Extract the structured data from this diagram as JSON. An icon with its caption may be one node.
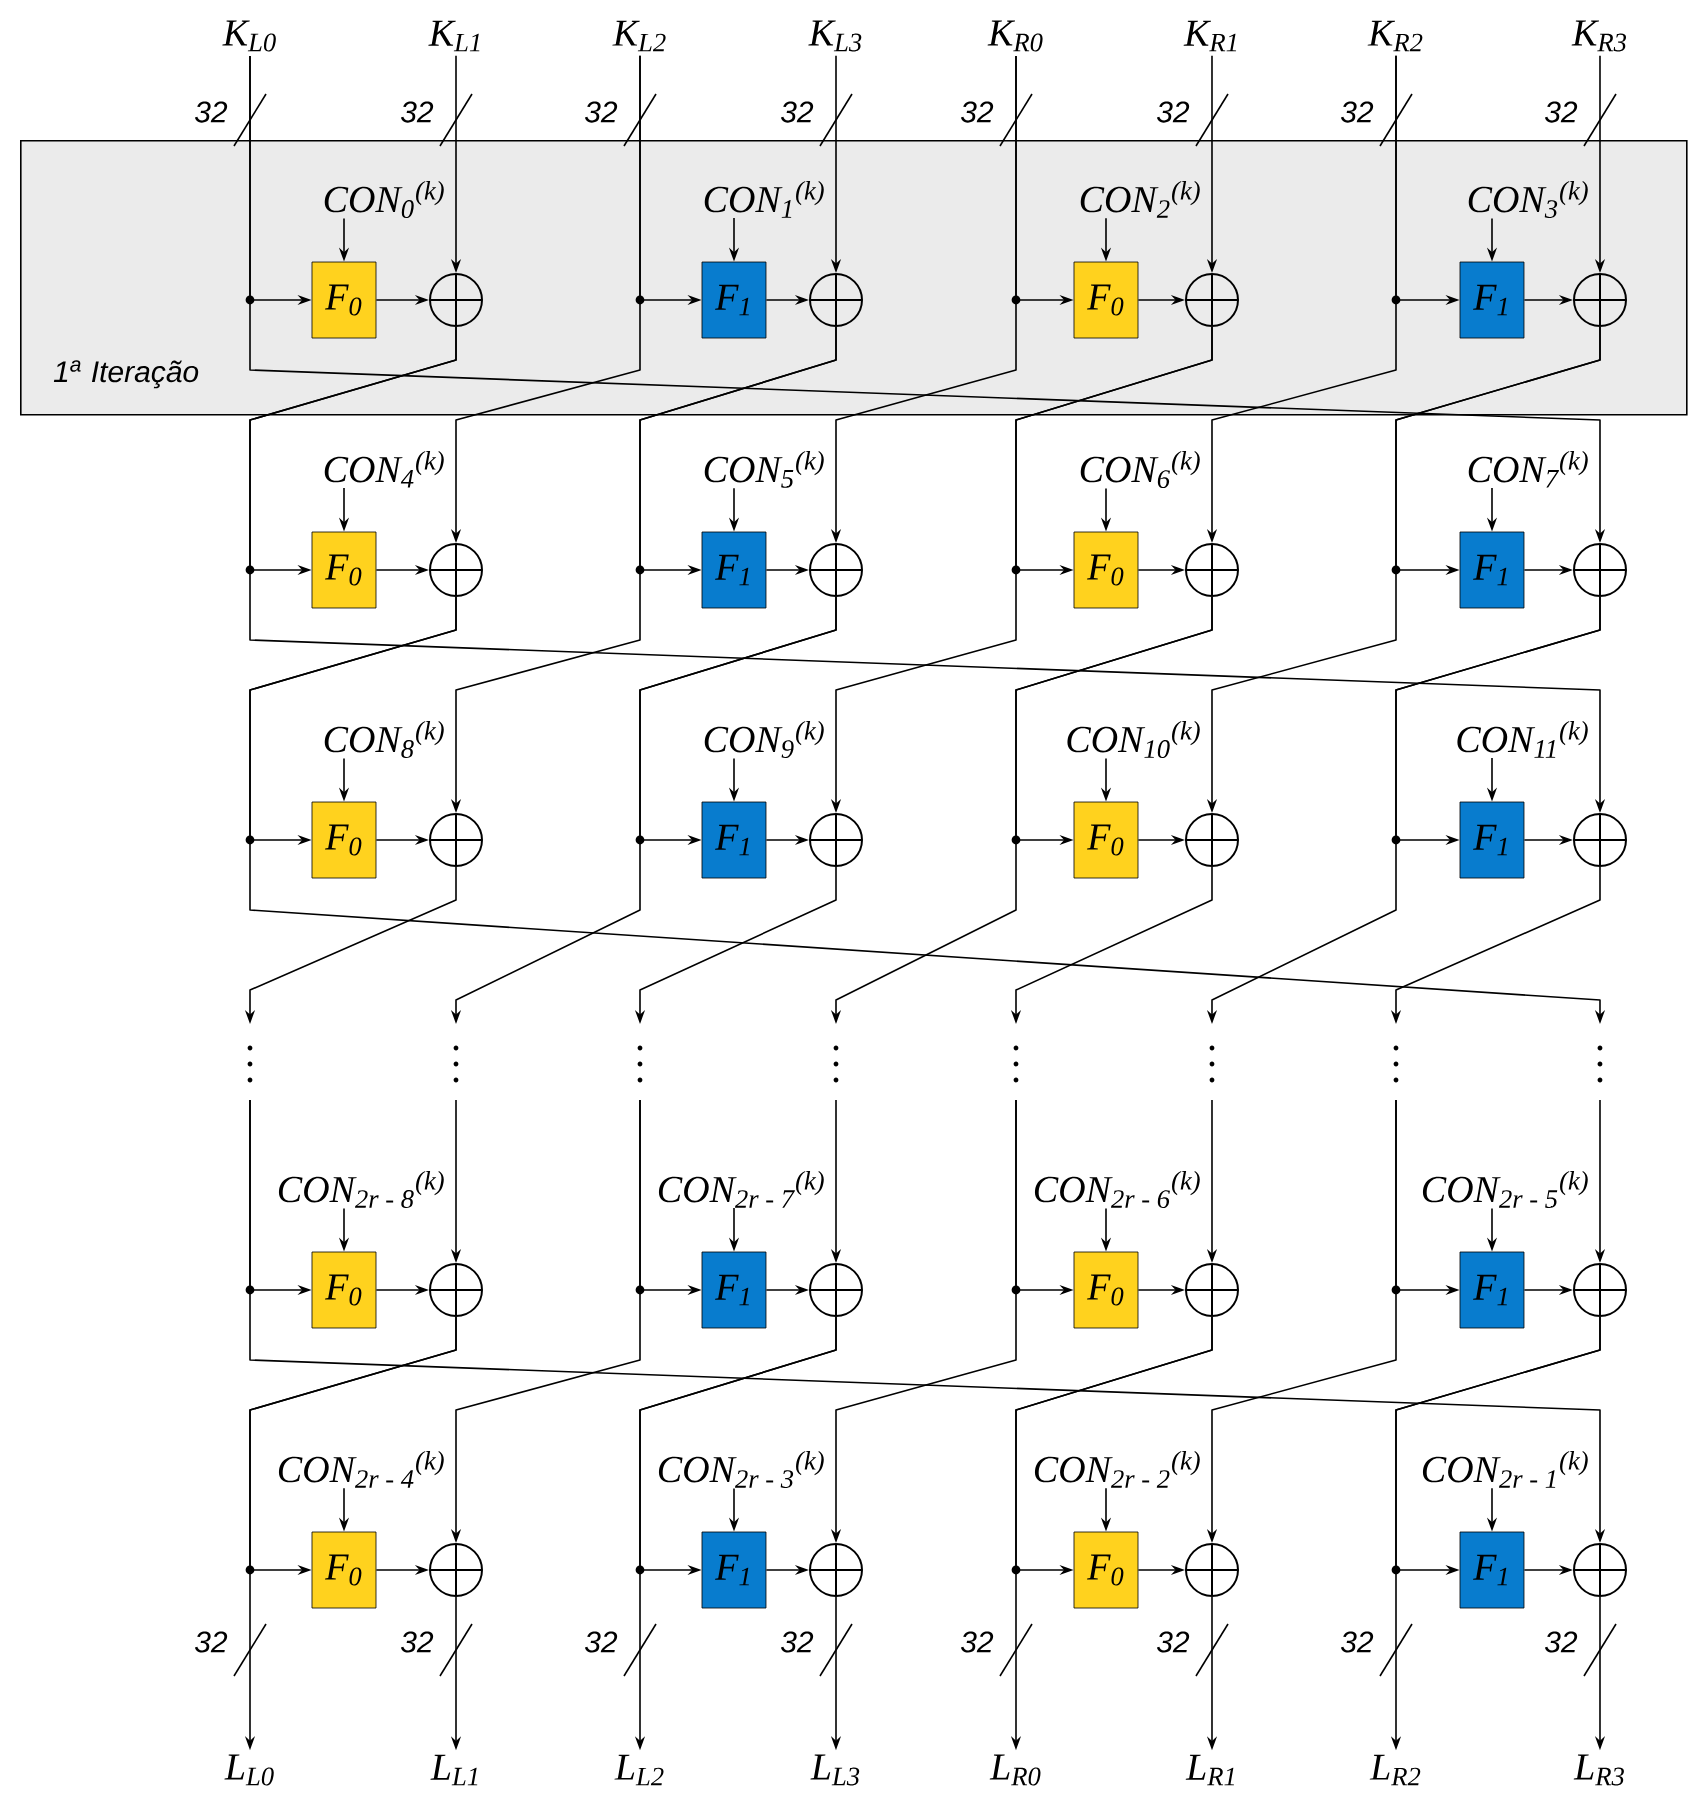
{
  "diagram": {
    "nodes": [
      {
        "text": [
          "K$_{L0}$"
        ]
      },
      {
        "text": [
          "K$_{L1}$"
        ]
      },
      {
        "text": [
          "K$_{L2}$"
        ]
      },
      {
        "text": [
          "K$_{L3}$"
        ]
      },
      {
        "text": [
          "K$_{R0}$"
        ]
      },
      {
        "text": [
          "K$_{R1}$"
        ]
      },
      {
        "text": [
          "K$_{R2}$"
        ]
      },
      {
        "text": [
          "K$_{R3}$"
        ]
      },
      {
        "text": [
          "1$^{a}$ Iteração"
        ]
      },
      {
        "text": [
          "CON$_{0}$$^{(k)}$"
        ],
        "in": 8
      },
      {
        "text": [
          "F$_{0}$"
        ],
        "in": 8
      },
      {
        "text": [],
        "shape": "circle",
        "in": 8
      },
      {
        "text": [
          "CON$_{1}$$^{(k)}$"
        ],
        "in": 8
      },
      {
        "text": [
          "F$_{1}$"
        ],
        "in": 8
      },
      {
        "text": [],
        "shape": "circle",
        "in": 8
      },
      {
        "text": [
          "CON$_{2}$$^{(k)}$"
        ],
        "in": 8
      },
      {
        "text": [
          "F$_{0}$"
        ],
        "in": 8
      },
      {
        "text": [],
        "shape": "circle",
        "in": 8
      },
      {
        "text": [
          "CON$_{3}$$^{(k)}$"
        ],
        "in": 8
      },
      {
        "text": [
          "F$_{1}$"
        ],
        "in": 8
      },
      {
        "text": [],
        "shape": "circle",
        "in": 8
      },
      {
        "text": [
          "CON$_{4}$$^{(k)}$"
        ]
      },
      {
        "text": [
          "F$_{0}$"
        ]
      },
      {
        "text": [],
        "shape": "circle"
      },
      {
        "text": [
          "CON$_{5}$$^{(k)}$"
        ]
      },
      {
        "text": [
          "F$_{1}$"
        ]
      },
      {
        "text": [],
        "shape": "circle"
      },
      {
        "text": [
          "CON$_{6}$$^{(k)}$"
        ]
      },
      {
        "text": [
          "F$_{0}$"
        ]
      },
      {
        "text": [],
        "shape": "circle"
      },
      {
        "text": [
          "CON$_{7}$$^{(k)}$"
        ]
      },
      {
        "text": [
          "F$_{1}$"
        ]
      },
      {
        "text": [],
        "shape": "circle"
      },
      {
        "text": [
          "CON$_{8}$$^{(k)}$"
        ]
      },
      {
        "text": [
          "F$_{0}$"
        ]
      },
      {
        "text": [],
        "shape": "circle"
      },
      {
        "text": [
          "CON$_{9}$$^{(k)}$"
        ]
      },
      {
        "text": [
          "F$_{1}$"
        ]
      },
      {
        "text": [],
        "shape": "circle"
      },
      {
        "text": [
          "CON$_{10}$$^{(k)}$"
        ]
      },
      {
        "text": [
          "F$_{0}$"
        ]
      },
      {
        "text": [],
        "shape": "circle"
      },
      {
        "text": [
          "CON$_{11}$$^{(k)}$"
        ]
      },
      {
        "text": [
          "F$_{1}$"
        ]
      },
      {
        "text": [],
        "shape": "circle"
      },
      {
        "text": [
          "CON$_{2r - 8}$$^{(k)}$"
        ]
      },
      {
        "text": [
          "F$_{0}$"
        ]
      },
      {
        "text": [],
        "shape": "circle"
      },
      {
        "text": [
          "CON$_{2r - 7}$$^{(k)}$"
        ]
      },
      {
        "text": [
          "F$_{1}$"
        ]
      },
      {
        "text": [],
        "shape": "circle"
      },
      {
        "text": [
          "CON$_{2r - 6}$$^{(k)}$"
        ]
      },
      {
        "text": [
          "F$_{0}$"
        ]
      },
      {
        "text": [],
        "shape": "circle"
      },
      {
        "text": [
          "CON$_{2r - 5}$$^{(k)}$"
        ]
      },
      {
        "text": [
          "F$_{1}$"
        ]
      },
      {
        "text": [],
        "shape": "circle"
      },
      {
        "text": [
          "CON$_{2r - 4}$$^{(k)}$"
        ]
      },
      {
        "text": [
          "F$_{0}$"
        ]
      },
      {
        "text": [],
        "shape": "circle"
      },
      {
        "text": [
          "CON$_{2r - 3}$$^{(k)}$"
        ]
      },
      {
        "text": [
          "F$_{1}$"
        ]
      },
      {
        "text": [],
        "shape": "circle"
      },
      {
        "text": [
          "CON$_{2r - 2}$$^{(k)}$"
        ]
      },
      {
        "text": [
          "F$_{0}$"
        ]
      },
      {
        "text": [],
        "shape": "circle"
      },
      {
        "text": [
          "CON$_{2r - 1}$$^{(k)}$"
        ]
      },
      {
        "text": [
          "F$_{1}$"
        ]
      },
      {
        "text": [],
        "shape": "circle"
      },
      {
        "text": [
          "L$_{L0}$"
        ]
      },
      {
        "text": [
          "L$_{L1}$"
        ]
      },
      {
        "text": [
          "L$_{L2}$"
        ]
      },
      {
        "text": [
          "L$_{L3}$"
        ]
      },
      {
        "text": [
          "L$_{R0}$"
        ]
      },
      {
        "text": [
          "L$_{R1}$"
        ]
      },
      {
        "text": [
          "L$_{R2}$"
        ]
      },
      {
        "text": [
          "L$_{R3}$"
        ]
      }
    ],
    "edges": [
      {
        "from": 9,
        "to": 10,
        "arrow": "to"
      },
      {
        "from": 10,
        "to": 11,
        "arrow": "to"
      },
      {
        "from": 12,
        "to": 13,
        "arrow": "to"
      },
      {
        "from": 13,
        "to": 14,
        "arrow": "to"
      },
      {
        "from": 15,
        "to": 16,
        "arrow": "to"
      },
      {
        "from": 16,
        "to": 17,
        "arrow": "to"
      },
      {
        "from": 18,
        "to": 19,
        "arrow": "to"
      },
      {
        "from": 19,
        "to": 20,
        "arrow": "to"
      },
      {
        "from": 21,
        "to": 22,
        "arrow": "to"
      },
      {
        "from": 22,
        "to": 23,
        "arrow": "to"
      },
      {
        "from": 24,
        "to": 25,
        "arrow": "to"
      },
      {
        "from": 25,
        "to": 26,
        "arrow": "to"
      },
      {
        "from": 27,
        "to": 28,
        "arrow": "to"
      },
      {
        "from": 28,
        "to": 29,
        "arrow": "to"
      },
      {
        "from": 30,
        "to": 31,
        "arrow": "to"
      },
      {
        "from": 31,
        "to": 32,
        "arrow": "to"
      },
      {
        "from": 33,
        "to": 34,
        "arrow": "to"
      },
      {
        "from": 34,
        "to": 35,
        "arrow": "to"
      },
      {
        "from": 36,
        "to": 37,
        "arrow": "to"
      },
      {
        "from": 37,
        "to": 38,
        "arrow": "to"
      },
      {
        "from": 39,
        "to": 40,
        "arrow": "to"
      },
      {
        "from": 40,
        "to": 41,
        "arrow": "to"
      },
      {
        "from": 42,
        "to": 43,
        "arrow": "to"
      },
      {
        "from": 43,
        "to": 44,
        "arrow": "to"
      },
      {
        "from": 45,
        "to": 46,
        "arrow": "to"
      },
      {
        "from": 46,
        "to": 47,
        "arrow": "to"
      },
      {
        "from": 48,
        "to": 49,
        "arrow": "to"
      },
      {
        "from": 49,
        "to": 50,
        "arrow": "to"
      },
      {
        "from": 51,
        "to": 52,
        "arrow": "to"
      },
      {
        "from": 52,
        "to": 53,
        "arrow": "to"
      },
      {
        "from": 54,
        "to": 55,
        "arrow": "to"
      },
      {
        "from": 55,
        "to": 56,
        "arrow": "to"
      },
      {
        "from": 57,
        "to": 58,
        "arrow": "to"
      },
      {
        "from": 58,
        "to": 59,
        "arrow": "to"
      },
      {
        "from": 60,
        "to": 61,
        "arrow": "to"
      },
      {
        "from": 61,
        "to": 62,
        "arrow": "to"
      },
      {
        "from": 63,
        "to": 64,
        "arrow": "to"
      },
      {
        "from": 64,
        "to": 65,
        "arrow": "to"
      },
      {
        "from": 66,
        "to": 67,
        "arrow": "to"
      },
      {
        "from": 67,
        "to": 68,
        "arrow": "to"
      },
      {
        "from": 0,
        "to": 10,
        "arrow": "to"
      },
      {
        "from": 2,
        "to": 13,
        "arrow": "to"
      },
      {
        "from": 4,
        "to": 16,
        "arrow": "to"
      },
      {
        "from": 6,
        "to": 19,
        "arrow": "to"
      },
      {
        "from": 1,
        "to": 11,
        "arrow": "to"
      },
      {
        "from": 3,
        "to": 14,
        "arrow": "to"
      },
      {
        "from": 5,
        "to": 17,
        "arrow": "to"
      },
      {
        "from": 7,
        "to": 20,
        "arrow": "to"
      },
      {
        "from": 0,
        "to": 32,
        "arrow": "to"
      },
      {
        "from": 2,
        "to": 23,
        "arrow": "to"
      },
      {
        "from": 4,
        "to": 26,
        "arrow": "to"
      },
      {
        "from": 6,
        "to": 29,
        "arrow": "to"
      },
      {
        "from": 11,
        "to": 22,
        "arrow": "to"
      },
      {
        "from": 14,
        "to": 25,
        "arrow": "to"
      },
      {
        "from": 17,
        "to": 28,
        "arrow": "to"
      },
      {
        "from": 20,
        "to": 31,
        "arrow": "to"
      },
      {
        "from": 11,
        "to": 44,
        "arrow": "to"
      },
      {
        "from": 14,
        "to": 35,
        "arrow": "to"
      },
      {
        "from": 17,
        "to": 38,
        "arrow": "to"
      },
      {
        "from": 20,
        "to": 41,
        "arrow": "to"
      },
      {
        "from": 23,
        "to": 34,
        "arrow": "to"
      },
      {
        "from": 26,
        "to": 37,
        "arrow": "to"
      },
      {
        "from": 29,
        "to": 40,
        "arrow": "to"
      },
      {
        "from": 32,
        "to": 43,
        "arrow": "to"
      },
      {
        "from": 23,
        "to": null,
        "arrow": "to"
      },
      {
        "from": 26,
        "to": null,
        "arrow": "to"
      },
      {
        "from": 29,
        "to": null,
        "arrow": "to"
      },
      {
        "from": 32,
        "to": null,
        "arrow": "to"
      },
      {
        "from": 35,
        "to": null,
        "arrow": "to"
      },
      {
        "from": 38,
        "to": null,
        "arrow": "to"
      },
      {
        "from": 41,
        "to": null,
        "arrow": "to"
      },
      {
        "from": 44,
        "to": null,
        "arrow": "to"
      },
      {
        "from": null,
        "to": 46,
        "arrow": "to"
      },
      {
        "from": null,
        "to": 49,
        "arrow": "to"
      },
      {
        "from": null,
        "to": 52,
        "arrow": "to"
      },
      {
        "from": null,
        "to": 55,
        "arrow": "to"
      },
      {
        "from": null,
        "to": 68,
        "arrow": "to"
      },
      {
        "from": null,
        "to": 59,
        "arrow": "to"
      },
      {
        "from": null,
        "to": 62,
        "arrow": "to"
      },
      {
        "from": null,
        "to": 65,
        "arrow": "to"
      },
      {
        "from": null,
        "to": 47,
        "arrow": "to"
      },
      {
        "from": null,
        "to": 50,
        "arrow": "to"
      },
      {
        "from": null,
        "to": 53,
        "arrow": "to"
      },
      {
        "from": null,
        "to": 56,
        "arrow": "to"
      },
      {
        "from": 47,
        "to": 58,
        "arrow": "to"
      },
      {
        "from": 50,
        "to": 61,
        "arrow": "to"
      },
      {
        "from": 53,
        "to": 64,
        "arrow": "to"
      },
      {
        "from": 56,
        "to": 67,
        "arrow": "to"
      },
      {
        "from": 47,
        "to": 69,
        "arrow": "to"
      },
      {
        "from": 50,
        "to": 71,
        "arrow": "to"
      },
      {
        "from": 53,
        "to": 73,
        "arrow": "to"
      },
      {
        "from": 56,
        "to": 75,
        "arrow": "to"
      },
      {
        "from": 59,
        "to": 70,
        "arrow": "to"
      },
      {
        "from": 62,
        "to": 72,
        "arrow": "to"
      },
      {
        "from": 65,
        "to": 74,
        "arrow": "to"
      },
      {
        "from": 68,
        "to": 76,
        "arrow": "to"
      }
    ],
    "labels": [
      "32",
      "32",
      "32",
      "32",
      "32",
      "32",
      "32",
      "32",
      "32",
      "32",
      "32",
      "32",
      "32",
      "32",
      "32",
      "32"
    ]
  }
}
